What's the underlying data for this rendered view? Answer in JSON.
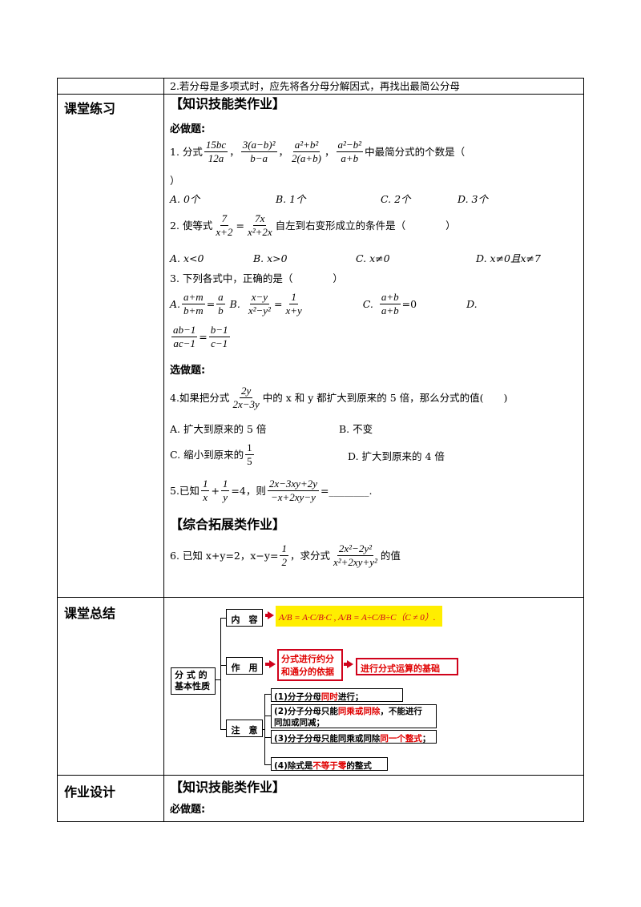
{
  "top_note": "2.若分母是多项式时，应先将各分母分解因式，再找出最简公分母",
  "rows": {
    "practice_label": "课堂练习",
    "summary_label": "课堂总结",
    "homework_label": "作业设计"
  },
  "practice": {
    "heading1": "【知识技能类作业】",
    "required": "必做题:",
    "q1": {
      "prefix": "1. 分式",
      "f1_num": "15bc",
      "f1_den": "12a",
      "f2_num": "3(a−b)²",
      "f2_den": "b−a",
      "f3_num": "a²+b²",
      "f3_den": "2(a+b)",
      "f4_num": "a²−b²",
      "f4_den": "a+b",
      "suffix": "中最简分式的个数是（",
      "close": "）",
      "options": [
        "A. 0个",
        "B. 1个",
        "C. 2个",
        "D. 3个"
      ]
    },
    "q2": {
      "prefix": "2. 使等式",
      "l_num": "7",
      "l_den": "x+2",
      "r_num": "7x",
      "r_den": "x²+2x",
      "suffix": "自左到右变形成立的条件是（　　　　）",
      "options": [
        "A. x<0",
        "B. x>0",
        "C. x≠0",
        "D. x≠0且x≠7"
      ]
    },
    "q3": {
      "stem": "3. 下列各式中，正确的是（　　　　）",
      "a_label": "A.",
      "a_num": "a+m",
      "a_den": "b+m",
      "a_rnum": "a",
      "a_rden": "b",
      "b_label": "B.",
      "b_num": "x−y",
      "b_den": "x²−y²",
      "b_rnum": "1",
      "b_rden": "x+y",
      "c_label": "C.",
      "c_num": "a+b",
      "c_den": "a+b",
      "c_r": "=0",
      "d_label": "D.",
      "d_num": "ab−1",
      "d_den": "ac−1",
      "d_rnum": "b−1",
      "d_rden": "c−1"
    },
    "optional": "选做题:",
    "q4": {
      "prefix": "4.如果把分式",
      "num": "2y",
      "den": "2x−3y",
      "suffix": "中的 x 和 y 都扩大到原来的 5 倍，那么分式的值(　　)",
      "opt_a": "A. 扩大到原来的 5 倍",
      "opt_b": "B. 不变",
      "opt_c": "C. 缩小到原来的",
      "opt_c_num": "1",
      "opt_c_den": "5",
      "opt_d": "D. 扩大到原来的 4 倍"
    },
    "q5": {
      "prefix": "5.已知",
      "a_num": "1",
      "a_den": "x",
      "b_num": "1",
      "b_den": "y",
      "mid": "=4，则",
      "e_num": "2x−3xy+2y",
      "e_den": "−x+2xy−y",
      "suffix": "=________."
    },
    "heading2": "【综合拓展类作业】",
    "q6": {
      "prefix": "6. 已知 x+y=2，x−y=",
      "h_num": "1",
      "h_den": "2",
      "mid": "，求分式",
      "num": "2x²−2y²",
      "den": "x²+2xy+y²",
      "suffix": "的值"
    }
  },
  "summary": {
    "root": "分 式 的\n基本性质",
    "content_label": "内　容",
    "content_formula": "A/B = A·C/B·C , A/B = A÷C/B÷C（C ≠ 0）.",
    "use_label": "作　用",
    "use_box1": "分式进行约分\n和通分的依据",
    "use_box2": "进行分式运算的基础",
    "note_label": "注　意",
    "notes": [
      {
        "pre": "(1)分子分母",
        "red": "同时",
        "post": "进行；"
      },
      {
        "pre": "(2)分子分母只能",
        "red": "同乘或同除",
        "post": "，不能进行\n同加或同减；"
      },
      {
        "pre": "(3)分子分母只能同乘或同除",
        "red": "同一个整式",
        "post": "；"
      },
      {
        "pre": "(4)除式是",
        "red": "不等于零",
        "post": "的整式"
      }
    ]
  },
  "homework": {
    "heading": "【知识技能类作业】",
    "required": "必做题:"
  }
}
